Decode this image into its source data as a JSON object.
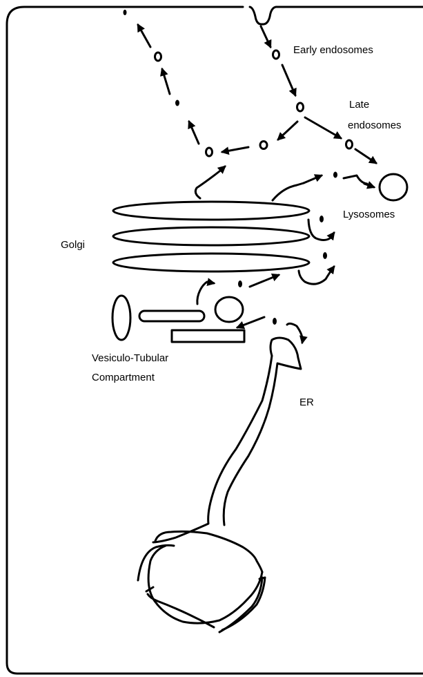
{
  "diagram": {
    "labels": {
      "early_endosomes": "Early endosomes",
      "late_line1": "Late",
      "late_line2": "endosomes",
      "lysosomes": "Lysosomes",
      "golgi": "Golgi",
      "vtc_line1": "Vesiculo-Tubular",
      "vtc_line2": "Compartment",
      "er": "ER"
    },
    "colors": {
      "stroke": "#000000",
      "background": "#ffffff"
    }
  }
}
